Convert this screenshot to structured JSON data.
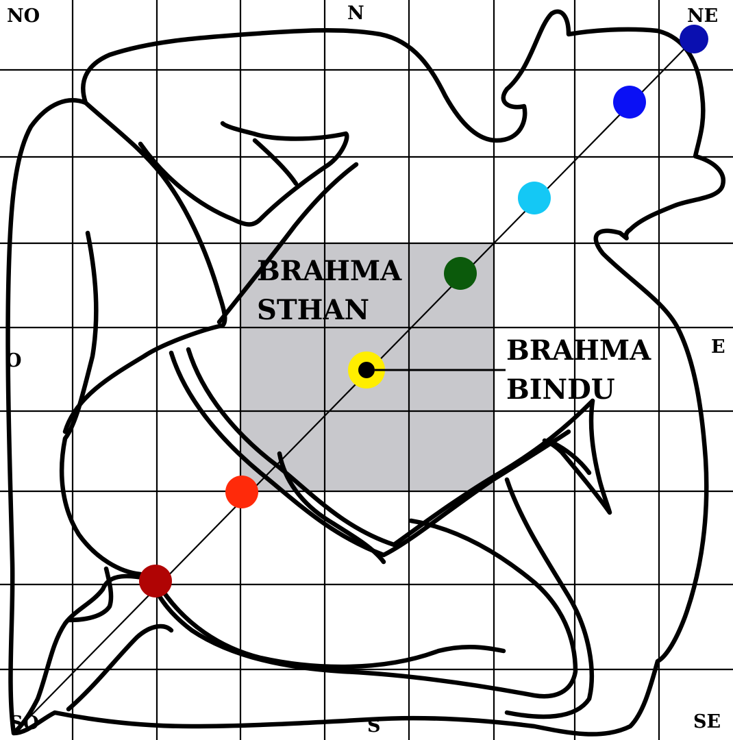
{
  "directions": {
    "northwest": "NO",
    "north": "N",
    "northeast": "NE",
    "west": "O",
    "east": "E",
    "southwest": "SO",
    "south": "S",
    "southeast": "SE"
  },
  "brahma_sthan": {
    "line1": "BRAHMA",
    "line2": "STHAN",
    "fill": "#c8c8cc"
  },
  "brahma_bindu": {
    "line1": "BRAHMA",
    "line2": "BINDU",
    "ring_color": "#ffee00",
    "center_color": "#000000"
  },
  "diagonal_points": [
    {
      "name": "point-navy",
      "color": "#0a0fb0"
    },
    {
      "name": "point-blue",
      "color": "#0a10f5"
    },
    {
      "name": "point-sky",
      "color": "#14c8f5"
    },
    {
      "name": "point-green",
      "color": "#0b5a0b"
    },
    {
      "name": "point-red",
      "color": "#ff2a0a"
    },
    {
      "name": "point-darkred",
      "color": "#b00404"
    }
  ]
}
